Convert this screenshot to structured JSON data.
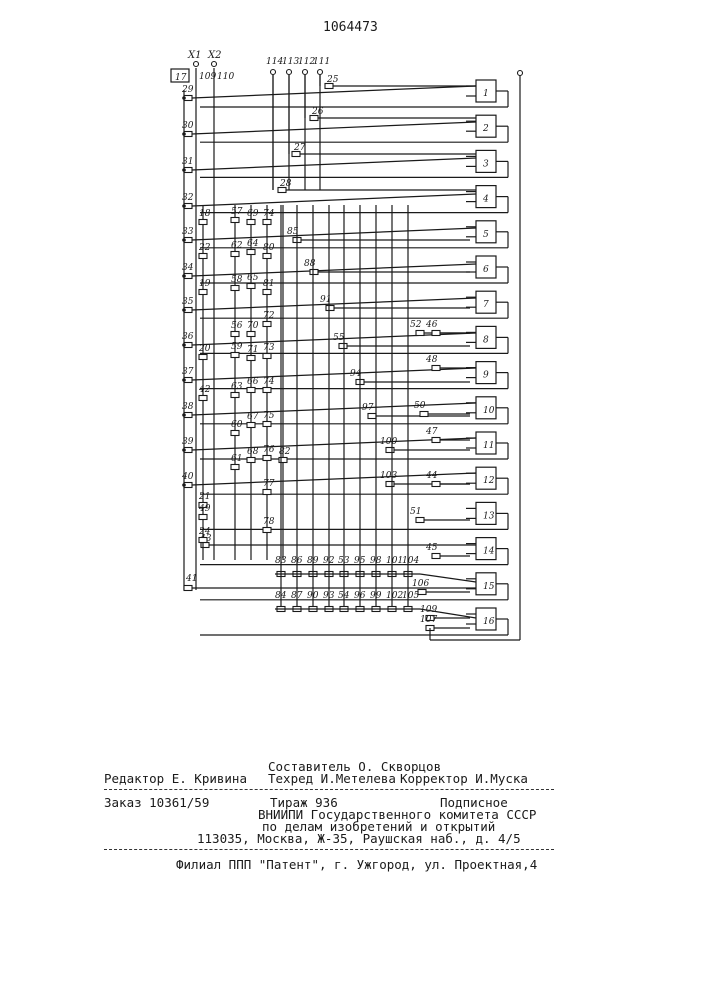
{
  "patent_number": "1064473",
  "diagram": {
    "inputs": {
      "x1": "X1",
      "x2": "X2",
      "n109": "109",
      "n110": "110",
      "n114": "114",
      "n113": "113",
      "n112": "112",
      "n111": "111",
      "n17": "17"
    },
    "left_column": [
      "29",
      "30",
      "31",
      "32",
      "33",
      "34",
      "35",
      "36",
      "37",
      "38",
      "39",
      "40"
    ],
    "left_column_lower": [
      "43",
      "41"
    ],
    "col2": [
      "18",
      "22",
      "19",
      "20",
      "42",
      "21",
      "49",
      "24"
    ],
    "col3": [
      "57",
      "62",
      "58",
      "56",
      "59",
      "63",
      "60",
      "61"
    ],
    "col4": [
      "69",
      "64",
      "65",
      "70",
      "71",
      "66",
      "67",
      "68"
    ],
    "col5": [
      "74",
      "80",
      "81",
      "72",
      "73",
      "74",
      "75",
      "76",
      "77",
      "78"
    ],
    "col6": [
      "82"
    ],
    "top_feeds": [
      "25",
      "26",
      "27",
      "28"
    ],
    "mid_cells": [
      "85",
      "88",
      "91",
      "55",
      "94",
      "97",
      "100",
      "103",
      "52",
      "46",
      "48",
      "50",
      "47",
      "44",
      "51",
      "45",
      "106",
      "109",
      "107"
    ],
    "bottom_row1": [
      "83",
      "86",
      "89",
      "92",
      "53",
      "95",
      "98",
      "101",
      "104"
    ],
    "bottom_row2": [
      "84",
      "87",
      "90",
      "93",
      "54",
      "96",
      "99",
      "102",
      "105"
    ],
    "blocks": [
      "1",
      "2",
      "3",
      "4",
      "5",
      "6",
      "7",
      "8",
      "9",
      "10",
      "11",
      "12",
      "13",
      "14",
      "15",
      "16"
    ]
  },
  "footer": {
    "compiler": "Составитель О. Скворцов",
    "editor": "Редактор Е. Кривина",
    "techred": "Техред И.Метелева",
    "corrector": "Корректор И.Муска",
    "order": "Заказ 10361/59",
    "print_run": "Тираж 936",
    "subscription": "Подписное",
    "org_line1": "ВНИИПИ Государственного комитета СССР",
    "org_line2": "по делам изобретений и открытий",
    "address": "113035, Москва, Ж-35, Раушская наб., д. 4/5",
    "branch": "Филиал ППП \"Патент\", г. Ужгород, ул. Проектная,4"
  }
}
